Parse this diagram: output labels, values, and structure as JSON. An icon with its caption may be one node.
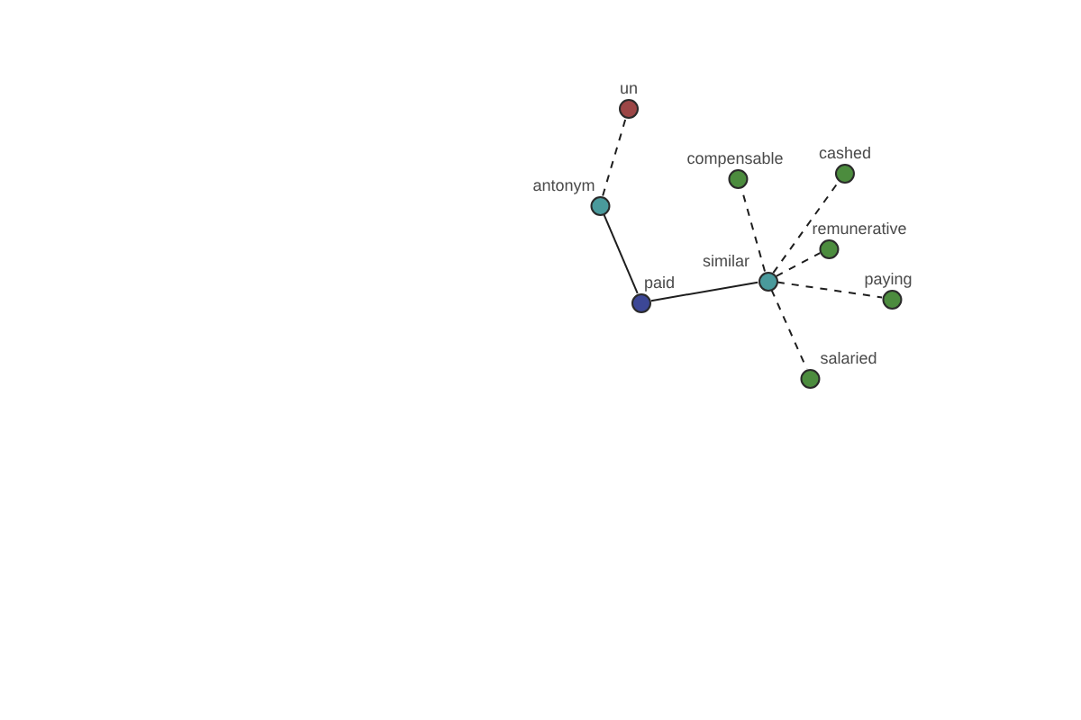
{
  "diagram": {
    "nodes": [
      {
        "text": [
          "un"
        ]
      },
      {
        "text": [
          "cashed"
        ]
      },
      {
        "text": [
          "compensable"
        ]
      },
      {
        "text": [
          "antonym"
        ]
      },
      {
        "text": [
          "remunerative"
        ]
      },
      {
        "text": [
          "similar"
        ]
      },
      {
        "text": [
          "paying"
        ]
      },
      {
        "text": [
          "paid"
        ]
      },
      {
        "text": [
          "salaried"
        ]
      }
    ],
    "edges": [
      {
        "from": 7,
        "to": 3,
        "arrow": "none"
      },
      {
        "from": 3,
        "to": 0,
        "arrow": "none",
        "style": "dashed"
      },
      {
        "from": 7,
        "to": 5,
        "arrow": "none"
      },
      {
        "from": 5,
        "to": 2,
        "arrow": "none",
        "style": "dashed"
      },
      {
        "from": 5,
        "to": 1,
        "arrow": "none",
        "style": "dashed"
      },
      {
        "from": 5,
        "to": 4,
        "arrow": "none",
        "style": "dashed"
      },
      {
        "from": 5,
        "to": 6,
        "arrow": "none",
        "style": "dashed"
      },
      {
        "from": 5,
        "to": 8,
        "arrow": "none",
        "style": "dashed"
      }
    ]
  }
}
